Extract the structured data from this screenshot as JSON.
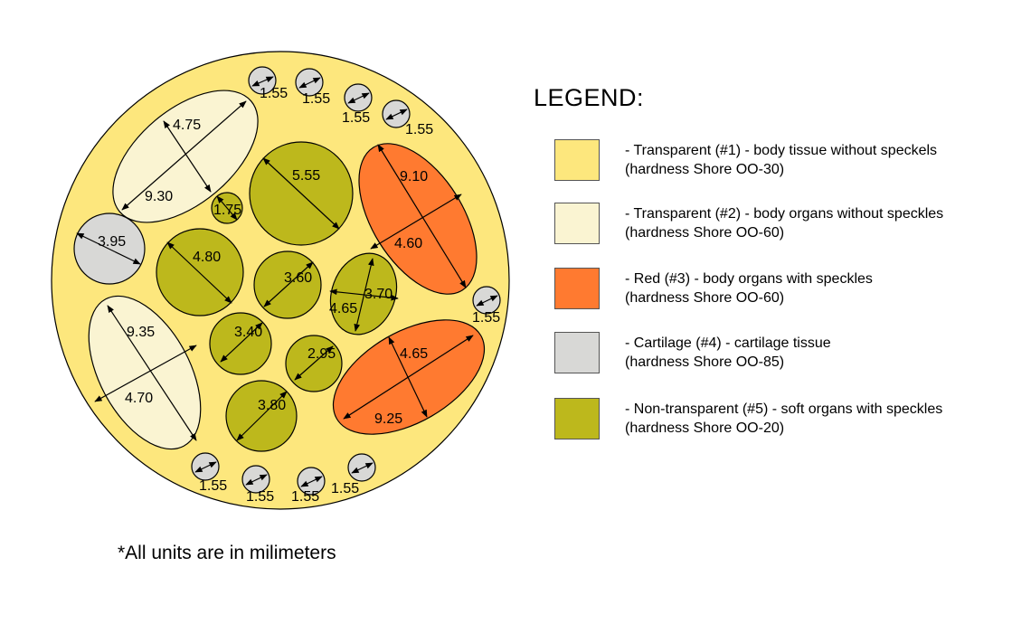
{
  "colors": {
    "body_tissue": "#FDE77D",
    "body_organs_clear": "#FAF4D2",
    "red_organs": "#FF7A30",
    "cartilage": "#D8D8D6",
    "soft_organs": "#BDB81C",
    "outline": "#000000"
  },
  "diagram": {
    "components": [
      {
        "id": "transparent-organ-upper-left",
        "type": "transparent-2",
        "labels": [
          "4.75",
          "9.30"
        ]
      },
      {
        "id": "transparent-organ-lower-left",
        "type": "transparent-2",
        "labels": [
          "9.35",
          "4.70"
        ]
      },
      {
        "id": "red-organ-upper-right",
        "type": "red-3",
        "labels": [
          "9.10",
          "4.60"
        ]
      },
      {
        "id": "red-organ-lower-right",
        "type": "red-3",
        "labels": [
          "4.65",
          "9.25"
        ]
      },
      {
        "id": "cartilage-large-left",
        "type": "cartilage-4",
        "labels": [
          "3.95"
        ]
      },
      {
        "id": "cartilage-small-top-1",
        "type": "cartilage-4",
        "labels": [
          "1.55"
        ]
      },
      {
        "id": "cartilage-small-top-2",
        "type": "cartilage-4",
        "labels": [
          "1.55"
        ]
      },
      {
        "id": "cartilage-small-top-3",
        "type": "cartilage-4",
        "labels": [
          "1.55"
        ]
      },
      {
        "id": "cartilage-small-top-4",
        "type": "cartilage-4",
        "labels": [
          "1.55"
        ]
      },
      {
        "id": "cartilage-small-right",
        "type": "cartilage-4",
        "labels": [
          "1.55"
        ]
      },
      {
        "id": "cartilage-small-bottom-1",
        "type": "cartilage-4",
        "labels": [
          "1.55"
        ]
      },
      {
        "id": "cartilage-small-bottom-2",
        "type": "cartilage-4",
        "labels": [
          "1.55"
        ]
      },
      {
        "id": "cartilage-small-bottom-3",
        "type": "cartilage-4",
        "labels": [
          "1.55"
        ]
      },
      {
        "id": "cartilage-small-bottom-4",
        "type": "cartilage-4",
        "labels": [
          "1.55"
        ]
      },
      {
        "id": "soft-organ-5-55",
        "type": "non-transparent-5",
        "labels": [
          "5.55"
        ]
      },
      {
        "id": "soft-organ-1-75",
        "type": "non-transparent-5",
        "labels": [
          "1.75"
        ]
      },
      {
        "id": "soft-organ-4-80",
        "type": "non-transparent-5",
        "labels": [
          "4.80"
        ]
      },
      {
        "id": "soft-organ-3-60",
        "type": "non-transparent-5",
        "labels": [
          "3.60"
        ]
      },
      {
        "id": "soft-organ-ellipse-center-right",
        "type": "non-transparent-5",
        "labels": [
          "3.70",
          "4.65"
        ]
      },
      {
        "id": "soft-organ-3-40",
        "type": "non-transparent-5",
        "labels": [
          "3.40"
        ]
      },
      {
        "id": "soft-organ-2-95",
        "type": "non-transparent-5",
        "labels": [
          "2.95"
        ]
      },
      {
        "id": "soft-organ-3-80",
        "type": "non-transparent-5",
        "labels": [
          "3.80"
        ]
      }
    ]
  },
  "legend": {
    "title": "LEGEND:",
    "items": [
      {
        "color": "#FDE77D",
        "line1": "- Transparent (#1) - body tissue without speckels",
        "line2": "(hardness Shore OO-30)"
      },
      {
        "color": "#FAF4D2",
        "line1": "- Transparent (#2) - body organs without speckles",
        "line2": "(hardness Shore OO-60)"
      },
      {
        "color": "#FF7A30",
        "line1": "- Red (#3) - body organs with speckles",
        "line2": "(hardness Shore OO-60)"
      },
      {
        "color": "#D8D8D6",
        "line1": "- Cartilage (#4) - cartilage tissue",
        "line2": "(hardness Shore OO-85)"
      },
      {
        "color": "#BDB81C",
        "line1": "- Non-transparent (#5) - soft organs with speckles",
        "line2": "(hardness Shore OO-20)"
      }
    ]
  },
  "footnote": "*All units are in milimeters"
}
